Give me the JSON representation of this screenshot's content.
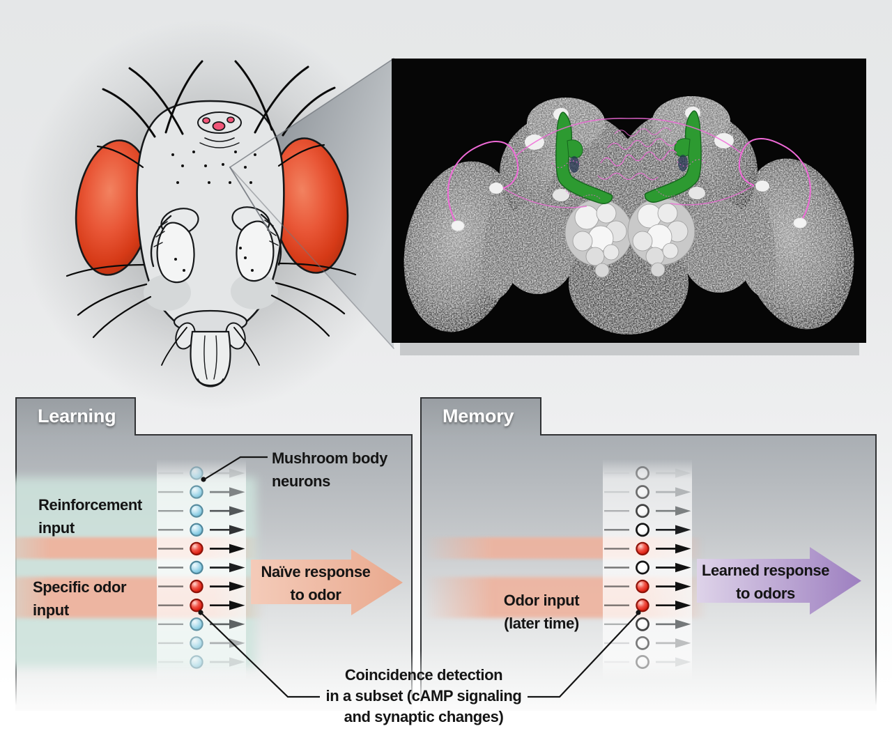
{
  "learning_panel": {
    "title": "Learning",
    "reinforcement_label": "Reinforcement\ninput",
    "odor_label": "Specific odor\ninput",
    "mushroom_label": "Mushroom body\nneurons",
    "arrow_label": "Naïve response\nto odor"
  },
  "memory_panel": {
    "title": "Memory",
    "odor_label": "Odor input\n(later time)",
    "arrow_label": "Learned response\nto odors"
  },
  "coincidence_label": "Coincidence detection\nin a subset (cAMP signaling\nand synaptic changes)",
  "colors": {
    "red_fill": "#e32b1e",
    "red_stroke": "#8e1208",
    "blue_fill": "#8fd0e6",
    "blue_stroke": "#4f879b",
    "white_fill": "#ffffff",
    "white_stroke": "#141414",
    "teal_wash": "#cee4dd",
    "salmon_band": "#eeb29d",
    "naive_arrow": "#e9a98e",
    "learned_arrow": "#9d7fc0",
    "panel_border": "#303234",
    "eye_red": "#e64e2e",
    "mushroom_body_green": "#2d9a31",
    "neuron_trace_magenta": "#f06ad8"
  },
  "neuron_rows": {
    "learning": [
      {
        "color": "blue",
        "opacity": 0.5,
        "arrow": "#a9adaf"
      },
      {
        "color": "blue",
        "opacity": 0.85,
        "arrow": "#6d7173"
      },
      {
        "color": "blue",
        "opacity": 0.95,
        "arrow": "#4b4f51"
      },
      {
        "color": "blue",
        "opacity": 1,
        "arrow": "#303234"
      },
      {
        "color": "red",
        "opacity": 1,
        "arrow": "#111111"
      },
      {
        "color": "blue",
        "opacity": 1,
        "arrow": "#1c1e20"
      },
      {
        "color": "red",
        "opacity": 1,
        "arrow": "#111111"
      },
      {
        "color": "red",
        "opacity": 1,
        "arrow": "#111111"
      },
      {
        "color": "blue",
        "opacity": 0.88,
        "arrow": "#4b4f51"
      },
      {
        "color": "blue",
        "opacity": 0.62,
        "arrow": "#85898b"
      },
      {
        "color": "blue",
        "opacity": 0.42,
        "arrow": "#aeb2b4"
      }
    ],
    "memory": [
      {
        "color": "white",
        "opacity": 0.38,
        "arrow": "#b4b8ba"
      },
      {
        "color": "white",
        "opacity": 0.58,
        "arrow": "#8e9294"
      },
      {
        "color": "white",
        "opacity": 0.78,
        "arrow": "#5e6264"
      },
      {
        "color": "white",
        "opacity": 1,
        "arrow": "#1c1e20"
      },
      {
        "color": "red",
        "opacity": 1,
        "arrow": "#111111"
      },
      {
        "color": "white",
        "opacity": 1,
        "arrow": "#111111"
      },
      {
        "color": "red",
        "opacity": 1,
        "arrow": "#111111"
      },
      {
        "color": "red",
        "opacity": 1,
        "arrow": "#111111"
      },
      {
        "color": "white",
        "opacity": 0.8,
        "arrow": "#55595b"
      },
      {
        "color": "white",
        "opacity": 0.55,
        "arrow": "#8e9294"
      },
      {
        "color": "white",
        "opacity": 0.35,
        "arrow": "#b8bcbe"
      }
    ]
  }
}
